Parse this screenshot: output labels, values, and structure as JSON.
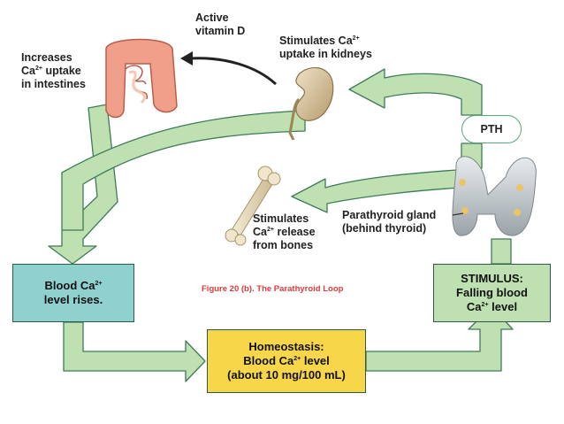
{
  "labels": {
    "active_vitamin_d": [
      "Active",
      "vitamin D"
    ],
    "kidneys": {
      "line1_pre": "Stimulates Ca",
      "line1_sup": "2+",
      "line2": "uptake in kidneys"
    },
    "intestines": {
      "line1": "Increases",
      "line2_pre": "Ca",
      "line2_sup": "2+",
      "line2_post": " uptake",
      "line3": "in intestines"
    },
    "bones": {
      "line1": "Stimulates",
      "line2_pre": "Ca",
      "line2_sup": "2+",
      "line2_post": " release",
      "line3": "from bones"
    },
    "parathyroid": [
      "Parathyroid gland",
      "(behind thyroid)"
    ],
    "pth": "PTH"
  },
  "boxes": {
    "blood": {
      "line1_pre": "Blood Ca",
      "line1_sup": "2+",
      "line2": "level rises."
    },
    "stimulus": {
      "line1": "STIMULUS:",
      "line2": "Falling blood",
      "line3_pre": "Ca",
      "line3_sup": "2+",
      "line3_post": " level"
    },
    "homeostasis": {
      "line1": "Homeostasis:",
      "line2_pre": "Blood Ca",
      "line2_sup": "2+",
      "line2_post": " level",
      "line3": "(about 10 mg/100 mL)"
    }
  },
  "caption": "Figure 20 (b). The Parathyroid Loop",
  "colors": {
    "arrow_fill": "#bfe1b1",
    "arrow_stroke": "#3f7a5a",
    "blood_box": "#8fd1cf",
    "stimulus_box": "#bfe1b1",
    "homeostasis_box": "#f8d64a",
    "caption": "#e23a3a"
  }
}
